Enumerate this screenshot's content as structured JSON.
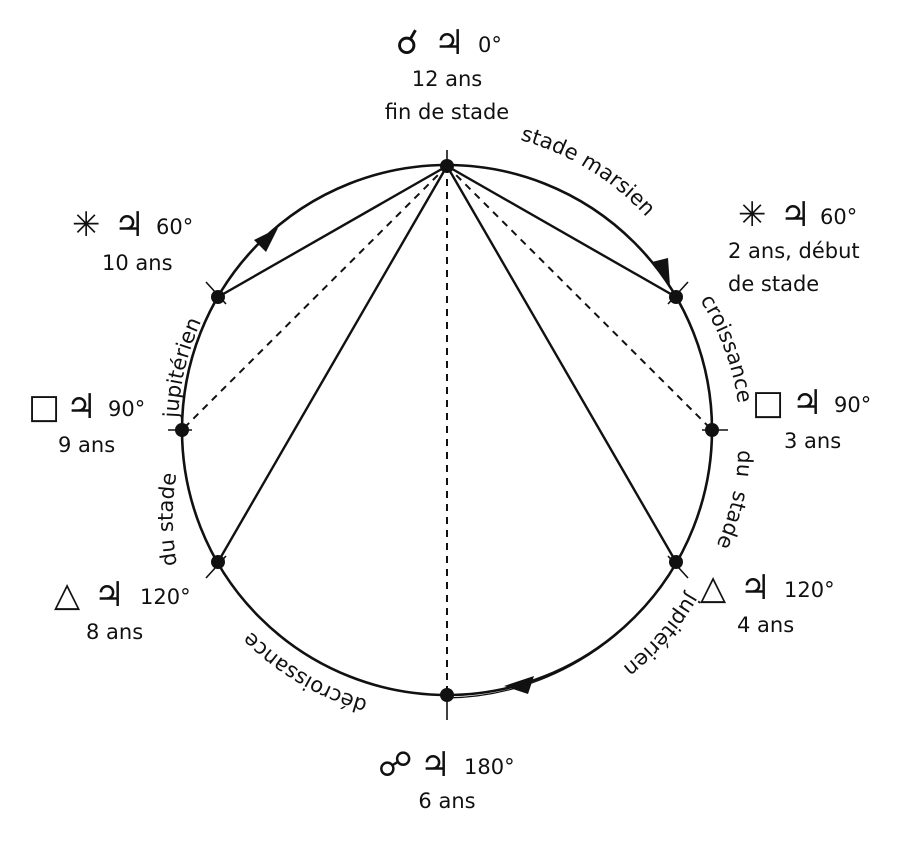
{
  "colors": {
    "ink": "#111111",
    "background": "#ffffff"
  },
  "aspects": {
    "conjunction": {
      "symbol": "☌",
      "planet": "♃",
      "angle": "0°",
      "age": "12 ans",
      "note": "fin de stade"
    },
    "sextile_waxing": {
      "symbol": "✳",
      "planet": "♃",
      "angle": "60°",
      "age": "2 ans, début",
      "note": "de stade"
    },
    "square_waxing": {
      "symbol": "□",
      "planet": "♃",
      "angle": "90°",
      "age": "3 ans"
    },
    "trine_waxing": {
      "symbol": "△",
      "planet": "♃",
      "angle": "120°",
      "age": "4 ans"
    },
    "opposition": {
      "symbol": "☍",
      "planet": "♃",
      "angle": "180°",
      "age": "6 ans"
    },
    "trine_waning": {
      "symbol": "△",
      "planet": "♃",
      "angle": "120°",
      "age": "8 ans"
    },
    "square_waning": {
      "symbol": "□",
      "planet": "♃",
      "angle": "90°",
      "age": "9 ans"
    },
    "sextile_waning": {
      "symbol": "✳",
      "planet": "♃",
      "angle": "60°",
      "age": "10 ans"
    }
  },
  "arc_labels": {
    "stade_marsien": "stade marsien",
    "croissance": "croissance",
    "du_right": "du",
    "stade_right": "stade",
    "jupiterien_right": "jupitérien",
    "decroissance": "décroissance",
    "du_stade_left": "du stade",
    "jupiterien_left": "jupitérien"
  }
}
